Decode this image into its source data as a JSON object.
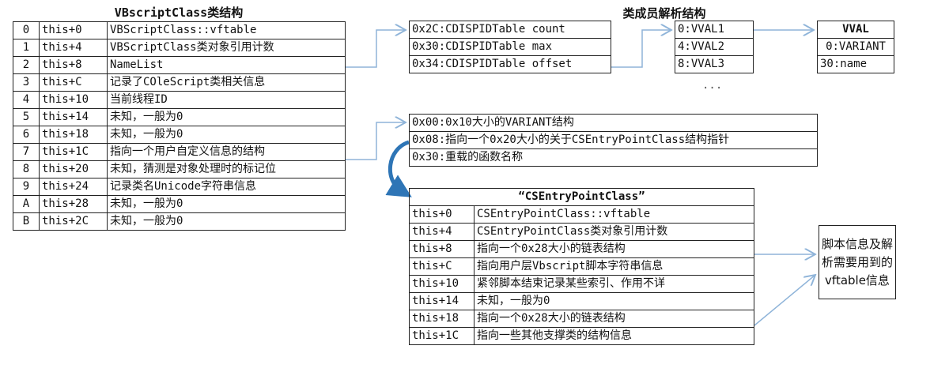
{
  "vbscript_class": {
    "title": "VBscriptClass类结构",
    "rows": [
      [
        "0",
        "this+0",
        "VBScriptClass::vftable"
      ],
      [
        "1",
        "this+4",
        "VBScriptClass类对象引用计数"
      ],
      [
        "2",
        "this+8",
        "NameList"
      ],
      [
        "3",
        "this+C",
        "记录了COleScript类相关信息"
      ],
      [
        "4",
        "this+10",
        "当前线程ID"
      ],
      [
        "5",
        "this+14",
        "未知，一般为0"
      ],
      [
        "6",
        "this+18",
        "未知，一般为0"
      ],
      [
        "7",
        "this+1C",
        "指向一个用户自定义信息的结构"
      ],
      [
        "8",
        "this+20",
        "未知，猜测是对象处理时的标记位"
      ],
      [
        "9",
        "this+24",
        "记录类名Unicode字符串信息"
      ],
      [
        "A",
        "this+28",
        "未知，一般为0"
      ],
      [
        "B",
        "this+2C",
        "未知，一般为0"
      ]
    ]
  },
  "member_parse": {
    "title": "类成员解析结构",
    "rows": [
      "0x2C:CDISPIDTable count",
      "0x30:CDISPIDTable max",
      "0x34:CDISPIDTable offset"
    ]
  },
  "vval_list": {
    "rows": [
      "0:VVAL1",
      "4:VVAL2",
      "8:VVAL3"
    ],
    "ellipsis": "..."
  },
  "vval": {
    "title": "VVAL",
    "rows": [
      "0:VARIANT",
      "30:name"
    ]
  },
  "user_info": {
    "rows": [
      "0x00:0x10大小的VARIANT结构",
      "0x08:指向一个0x20大小的关于CSEntryPointClass结构指针",
      "0x30:重载的函数名称"
    ]
  },
  "csentry": {
    "title": "“CSEntryPointClass”",
    "rows": [
      [
        "this+0",
        "CSEntryPointClass::vftable"
      ],
      [
        "this+4",
        "CSEntryPointClass类对象引用计数"
      ],
      [
        "this+8",
        "指向一个0x28大小的链表结构"
      ],
      [
        "this+C",
        "指向用户层Vbscript脚本字符串信息"
      ],
      [
        "this+10",
        "紧邻脚本结束记录某些索引、作用不详"
      ],
      [
        "this+14",
        "未知，一般为0"
      ],
      [
        "this+18",
        "指向一个0x28大小的链表结构"
      ],
      [
        "this+1C",
        "指向一些其他支撑类的结构信息"
      ]
    ]
  },
  "note": {
    "text": "脚本信息及解析需要用到的vftable信息"
  },
  "colors": {
    "arrow": "#8fb4d9",
    "curve": "#2e75b6"
  }
}
